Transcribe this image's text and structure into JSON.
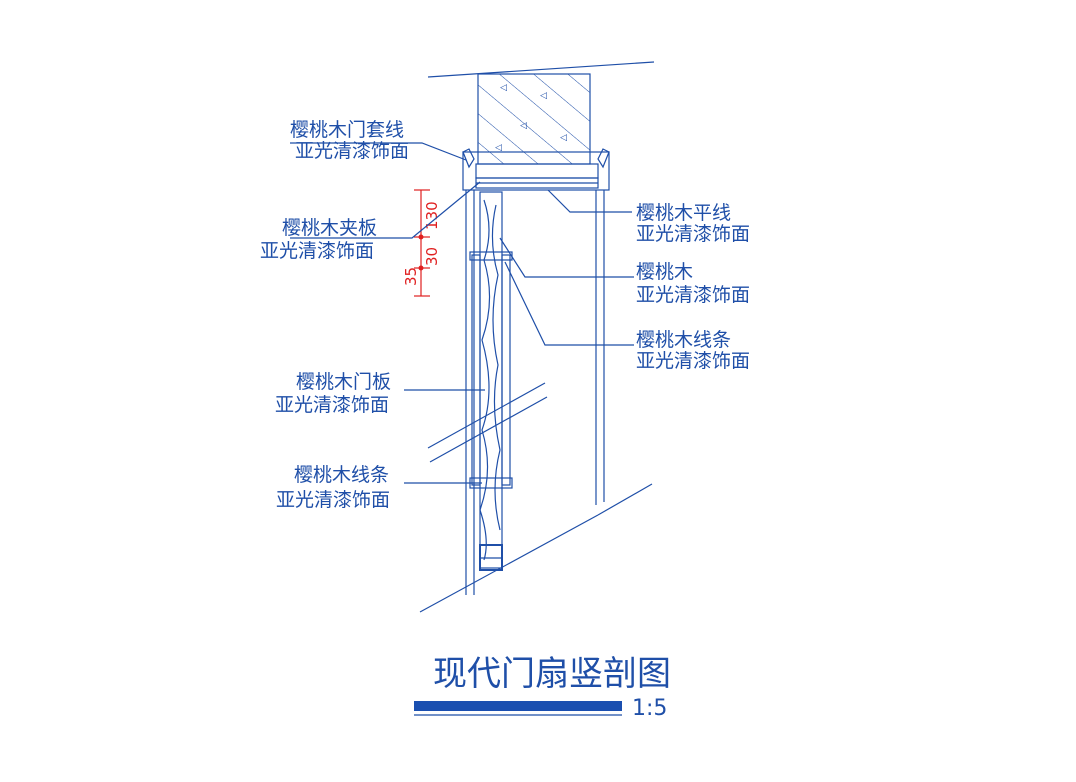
{
  "labels": {
    "door_casing": [
      "樱桃木门套线",
      "亚光清漆饰面"
    ],
    "plywood": [
      "樱桃木夹板",
      "亚光清漆饰面"
    ],
    "flat_line": [
      "樱桃木平线",
      "亚光清漆饰面"
    ],
    "cherry_wood": [
      "樱桃木",
      "亚光清漆饰面"
    ],
    "strip_right": [
      "樱桃木线条",
      "亚光清漆饰面"
    ],
    "door_panel": [
      "樱桃木门板",
      "亚光清漆饰面"
    ],
    "strip_left": [
      "樱桃木线条",
      "亚光清漆饰面"
    ]
  },
  "dimensions": [
    "130",
    "30",
    "35"
  ],
  "title": "现代门扇竖剖图",
  "scale": "1:5",
  "colors": {
    "line": "#1f4fa8",
    "dimension": "#e02020",
    "scale_bar": "#1a4fb0"
  }
}
